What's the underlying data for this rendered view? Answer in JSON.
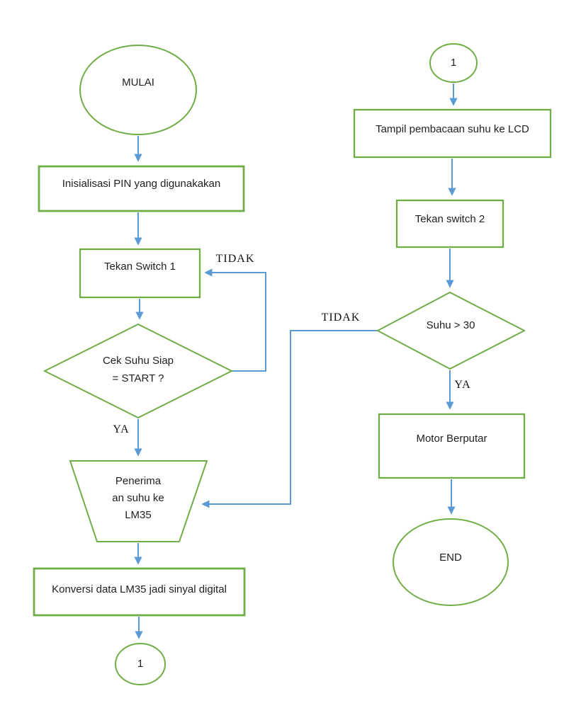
{
  "colors": {
    "shape_border": "#70AD47",
    "connector": "#5B9BD5",
    "text": "#1f1f1f",
    "background": "#ffffff"
  },
  "flowchart": {
    "nodes": {
      "mulai": {
        "type": "terminator",
        "label": "MULAI"
      },
      "init": {
        "type": "process",
        "label": "Inisialisasi PIN yang digunakakan"
      },
      "switch1": {
        "type": "process",
        "label": "Tekan Switch 1"
      },
      "decision1": {
        "type": "decision",
        "label": "Cek Suhu Siap\n= START ?"
      },
      "input_lm35": {
        "type": "manual-input",
        "label": "Penerima\nan suhu ke\nLM35"
      },
      "konversi": {
        "type": "process",
        "label": "Konversi data LM35 jadi sinyal digital"
      },
      "connector_left": {
        "type": "connector",
        "label": "1"
      },
      "connector_right": {
        "type": "connector",
        "label": "1"
      },
      "tampil_lcd": {
        "type": "process",
        "label": "Tampil pembacaan suhu ke LCD"
      },
      "switch2": {
        "type": "process",
        "label": "Tekan switch 2"
      },
      "decision2": {
        "type": "decision",
        "label": "Suhu > 30"
      },
      "motor": {
        "type": "process",
        "label": "Motor Berputar"
      },
      "end": {
        "type": "terminator",
        "label": "END"
      }
    },
    "edge_labels": {
      "decision1_no": "TIDAK",
      "decision1_yes": "YA",
      "decision2_no": "TIDAK",
      "decision2_yes": "YA"
    }
  }
}
